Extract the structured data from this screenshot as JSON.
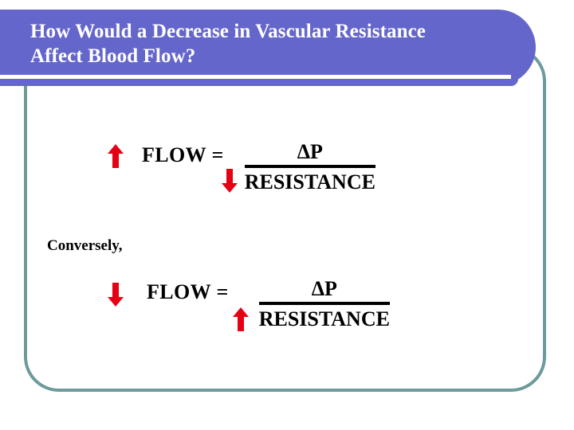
{
  "slide": {
    "title": "How Would a Decrease in Vascular Resistance Affect Blood Flow?",
    "colors": {
      "banner_purple": "#6566cc",
      "frame_teal": "#6d9a9a",
      "arrow_red": "#e60013",
      "text_black": "#000000",
      "title_white": "#ffffff",
      "background": "#ffffff"
    }
  },
  "equation_one": {
    "flow_arrow": "up-arrow-icon",
    "flow_label": "FLOW =",
    "numerator": "ΔP",
    "denominator": "RESISTANCE",
    "denominator_arrow": "down-arrow-icon"
  },
  "conversely_label": "Conversely,",
  "equation_two": {
    "flow_arrow": "down-arrow-icon",
    "flow_label": "FLOW =",
    "numerator": "ΔP",
    "denominator": "RESISTANCE",
    "denominator_arrow": "up-arrow-icon"
  }
}
